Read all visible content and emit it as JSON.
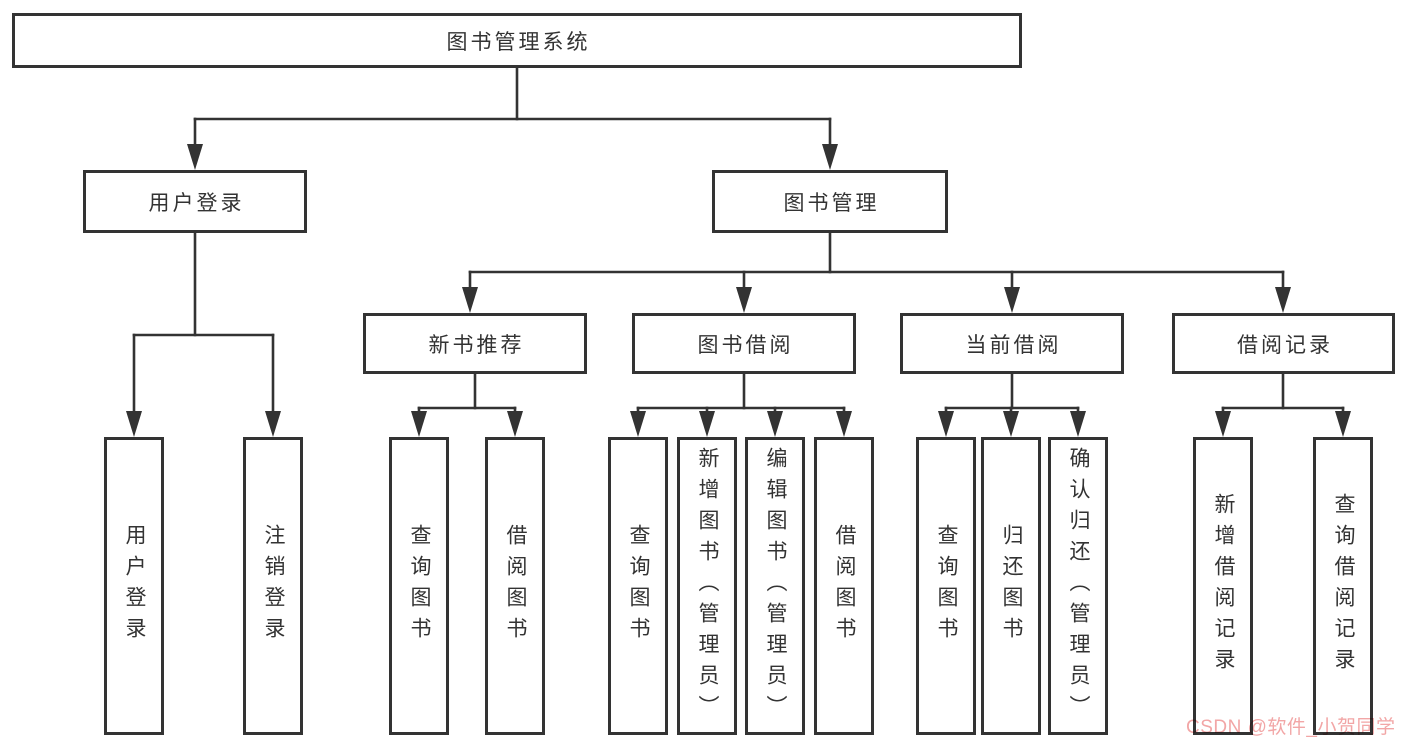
{
  "title": "图书管理系统",
  "tree": {
    "root": "图书管理系统",
    "level2": [
      {
        "label": "用户登录",
        "children": [
          "用户登录",
          "注销登录"
        ]
      },
      {
        "label": "图书管理",
        "children": [
          {
            "label": "新书推荐",
            "children": [
              "查询图书",
              "借阅图书"
            ]
          },
          {
            "label": "图书借阅",
            "children": [
              "查询图书",
              "新增图书（管理员）",
              "编辑图书（管理员）",
              "借阅图书"
            ]
          },
          {
            "label": "当前借阅",
            "children": [
              "查询图书",
              "归还图书",
              "确认归还（管理员）"
            ]
          },
          {
            "label": "借阅记录",
            "children": [
              "新增借阅记录",
              "查询借阅记录"
            ]
          }
        ]
      }
    ]
  },
  "watermark": "CSDN @软件_小贺同学",
  "colors": {
    "line": "#333333",
    "box_border": "#333333",
    "box_fill": "#ffffff",
    "text": "#333333",
    "watermark": "#f2a6a6",
    "background": "#ffffff"
  }
}
